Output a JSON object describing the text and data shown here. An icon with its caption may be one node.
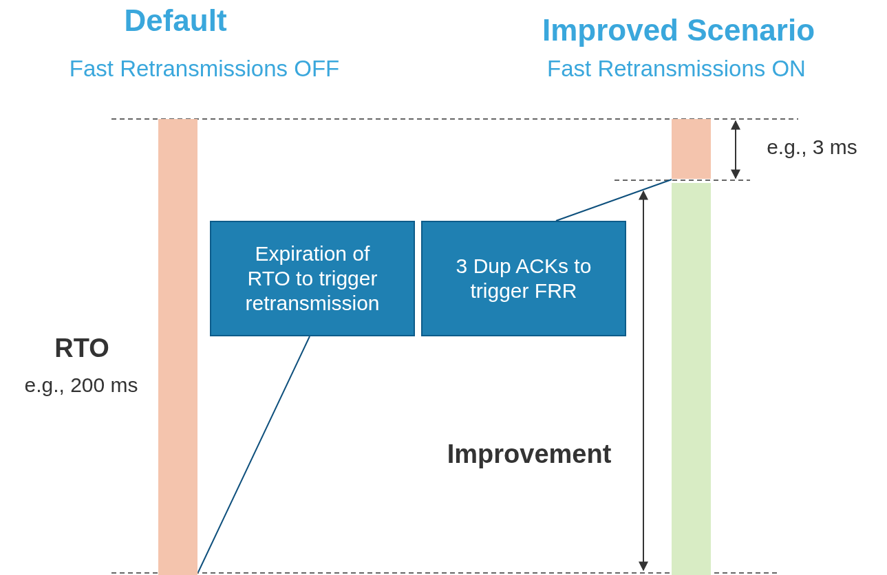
{
  "diagram": {
    "nodes": [
      {
        "text": [
          "Expiration of RTO to trigger retransmission"
        ]
      },
      {
        "text": [
          "3 Dup ACKs to trigger FRR"
        ]
      },
      {
        "text": [],
        "shape": "bar"
      },
      {
        "text": [],
        "shape": "bar"
      },
      {
        "text": [],
        "shape": "bar"
      }
    ],
    "edges": [
      {
        "from": 0,
        "to": 2,
        "arrow": "none"
      },
      {
        "from": 1,
        "to": 3,
        "arrow": "none"
      }
    ],
    "labels": [
      "Default",
      "Fast Retransmissions OFF",
      "Improved Scenario",
      "Fast Retransmissions ON",
      "e.g., 3 ms",
      "RTO",
      "e.g., 200 ms",
      "Improvement"
    ]
  }
}
